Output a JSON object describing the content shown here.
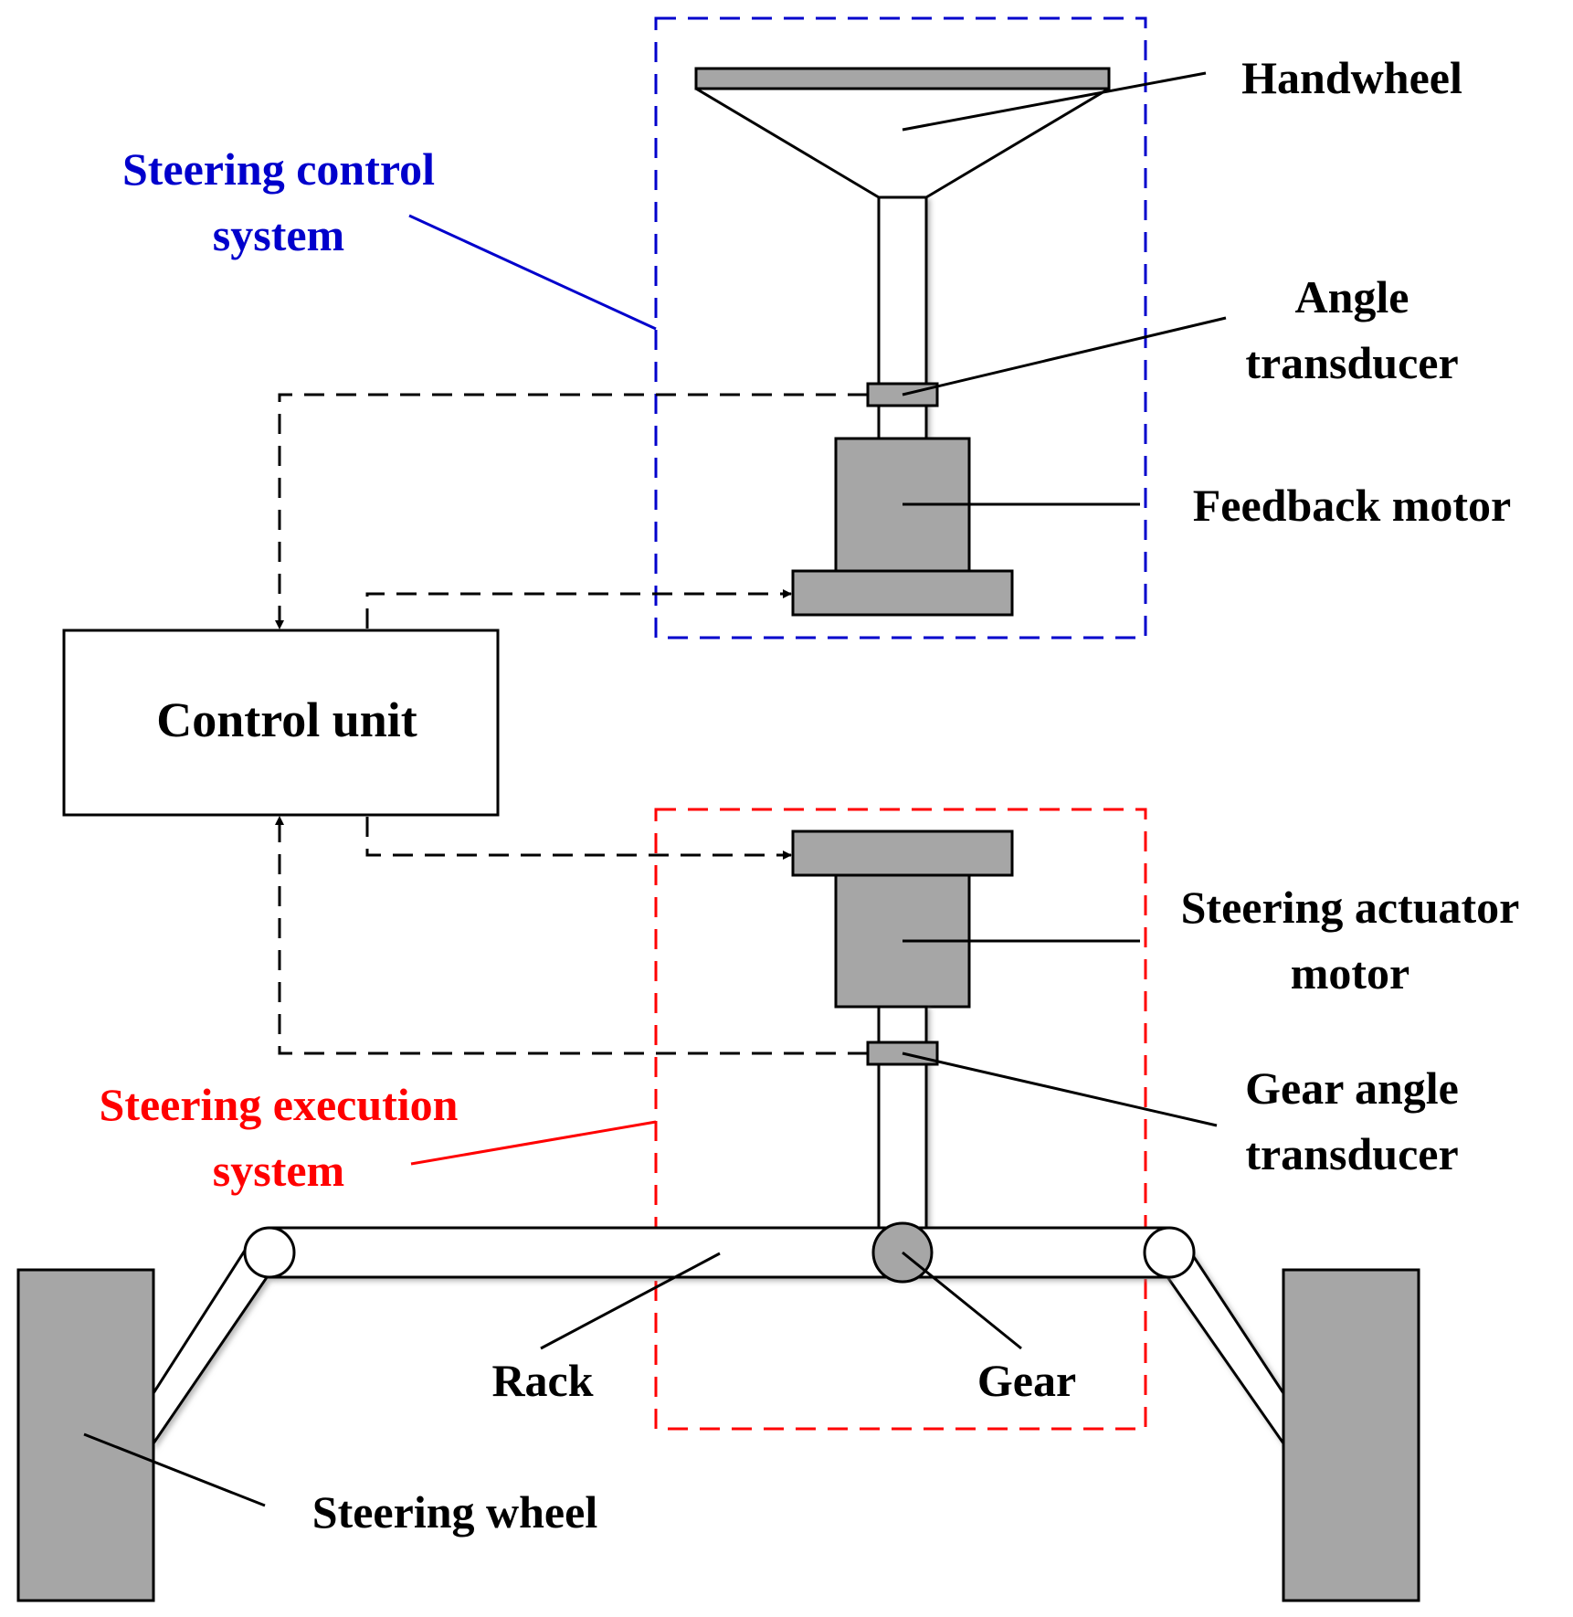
{
  "labels": {
    "handwheel": "Handwheel",
    "angle_transducer_1": "Angle",
    "angle_transducer_2": "transducer",
    "feedback_motor": "Feedback motor",
    "steering_control_1": "Steering control",
    "steering_control_2": "system",
    "control_unit": "Control unit",
    "actuator_motor_1": "Steering actuator",
    "actuator_motor_2": "motor",
    "gear_angle_1": "Gear angle",
    "gear_angle_2": "transducer",
    "steering_exec_1": "Steering execution",
    "steering_exec_2": "system",
    "rack": "Rack",
    "gear": "Gear",
    "steering_wheel": "Steering wheel"
  },
  "colors": {
    "control_system": "#0000cc",
    "execution_system": "#ff0000",
    "component_fill": "#a6a6a6",
    "line": "#000000"
  }
}
